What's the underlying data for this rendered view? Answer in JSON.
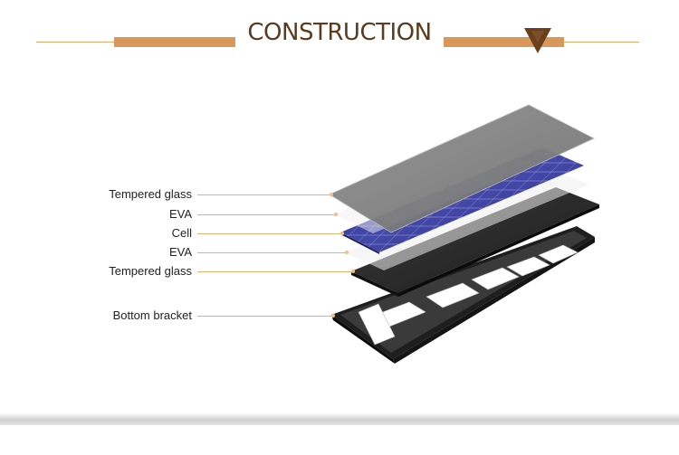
{
  "header": {
    "title": "CONSTRUCTION",
    "arrow_icon": "triangle-down-icon",
    "colors": {
      "band": "#d7985a",
      "title": "#5b3b1e",
      "arrow": "#6b3f1c"
    }
  },
  "layers": [
    {
      "label": "Tempered glass"
    },
    {
      "label": "EVA"
    },
    {
      "label": "Cell"
    },
    {
      "label": "EVA"
    },
    {
      "label": "Tempered glass"
    },
    {
      "label": "Bottom bracket"
    }
  ],
  "colors": {
    "leader": "#e6b06e",
    "cell": "#3a3e9a"
  }
}
